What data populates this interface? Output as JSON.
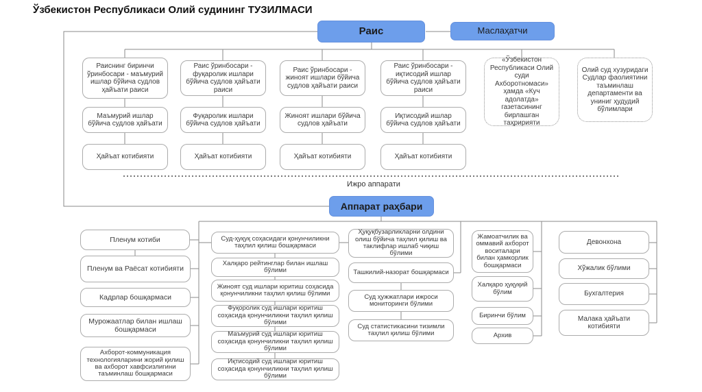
{
  "title": "Ўзбекистон Республикаси Олий судининг ТУЗИЛМАСИ",
  "top": {
    "chairman": "Раис",
    "advisor": "Маслаҳатчи"
  },
  "deputies": [
    {
      "head": "Раиснинг биринчи ўринбосари - маъмурий ишлар бўйича судлов ҳайъати раиси",
      "board": "Маъмурий ишлар бўйича судлов ҳайъати",
      "secretariat": "Ҳайъат котибияти"
    },
    {
      "head": "Раис ўринбосари - фуқаролик ишлари бўйича судлов ҳайъати раиси",
      "board": "Фуқаролик ишлари бўйича судлов ҳайъати",
      "secretariat": "Ҳайъат котибияти"
    },
    {
      "head": "Раис ўринбосари - жиноят ишлари бўйича судлов ҳайъати раиси",
      "board": "Жиноят ишлари бўйича судлов ҳайъати",
      "secretariat": "Ҳайъат котибияти"
    },
    {
      "head": "Раис ўринбосари - иқтисодий ишлар бўйича судлов ҳайъати раиси",
      "board": "Иқтисодий ишлар бўйича судлов ҳайъати",
      "secretariat": "Ҳайъат котибияти"
    }
  ],
  "affiliated": [
    "«Ўзбекистон Республикаси Олий суди Ахборотномаси» ҳамда «Куч адолатда» газетасининг бирлашган таҳририяти",
    "Олий суд хузуридаги Судлар фаолиятини таъминлаш департаменти ва униниг ҳудудий бўлимлари"
  ],
  "separator_label": "Ижро аппарати",
  "apparatus_head": "Аппарат раҳбари",
  "plenum_column": [
    "Пленум котиби",
    "Пленум ва Раёсат котибияти",
    "Кадрлар бошқармаси",
    "Мурожаатлар билан ишлаш бошқармаси",
    "Ахборот-коммуникация технологияларини жорий қилиш ва ахборот хавфсизлигини таъминлаш бошқармаси"
  ],
  "analysis_column": [
    "Суд-ҳуқуқ соҳасидаги қонунчиликни таҳлил қилиш бошқармаси",
    "Халқаро рейтинглар билан ишлаш бўлими",
    "Жиноят суд ишлари юритиш соҳасида қонунчиликни таҳлил қилиш бўлими",
    "Фуқоролик суд ишлари юритиш соҳасида қонунчиликни таҳлил қилиш бўлими",
    "Маъмурий суд ишлари юритиш соҳасида қонунчиликни таҳлил қилиш бўлими",
    "Иқтисодий суд ишлари юритиш соҳасида қонунчиликни таҳлил қилиш бўлими"
  ],
  "control_column": [
    "Ҳуқуқбузарликларни олдини олиш бўйича таҳлил қилиш ва таклифлар ишлаб чиқиш бўлими",
    "Ташкилий-назорат бошқармаси",
    "Суд ҳужжатлари ижроси мониторинги бўлими",
    "Суд статистикасини тизимли таҳлил қилиш бўлими"
  ],
  "media_column": [
    "Жамоатчилик ва оммавий ахборот воситалари билан ҳамкорлик бошқармаси",
    "Халқаро ҳуқуқий бўлим",
    "Биринчи бўлим",
    "Архив"
  ],
  "service_column": [
    "Девонхона",
    "Хўжалик бўлими",
    "Бухгалтерия",
    "Малака ҳайъати котибияти"
  ],
  "colors": {
    "accent": "#6d9eeb",
    "box_border": "#ababab",
    "line": "#8a8a8a"
  }
}
